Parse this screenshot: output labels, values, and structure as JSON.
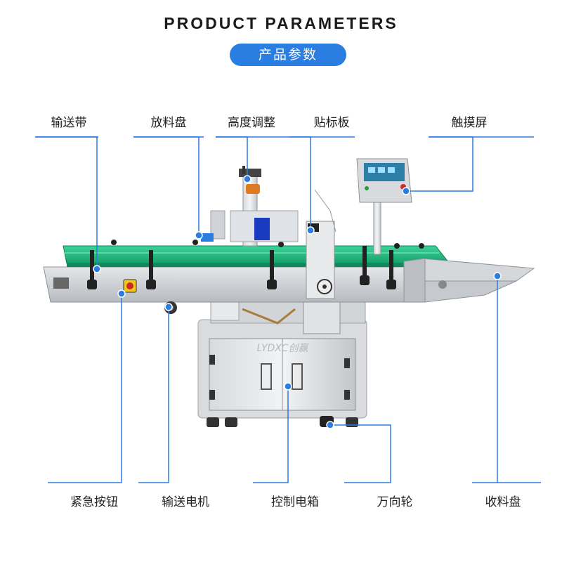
{
  "header": {
    "title": "PRODUCT PARAMETERS",
    "subtitle": "产品参数"
  },
  "colors": {
    "accent": "#2a7de1",
    "conveyor_green": "#1fb57a",
    "steel": "#c9ccd0"
  },
  "labels_top": {
    "conveyor_belt": "输送带",
    "label_reel": "放料盘",
    "height_adjust": "高度调整",
    "labeling_plate": "贴标板",
    "touch_screen": "触摸屏"
  },
  "labels_bottom": {
    "emergency_button": "紧急按钮",
    "conveyor_motor": "输送电机",
    "control_box": "控制电箱",
    "caster_wheel": "万向轮",
    "collection_tray": "收料盘"
  }
}
